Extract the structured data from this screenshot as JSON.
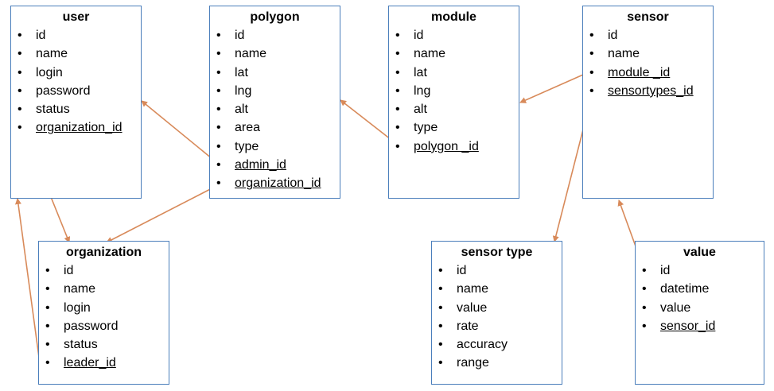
{
  "entities": {
    "user": {
      "title": "user",
      "fields": [
        {
          "text": "id",
          "fk": false
        },
        {
          "text": "name",
          "fk": false
        },
        {
          "text": "login",
          "fk": false
        },
        {
          "text": "password",
          "fk": false
        },
        {
          "text": "status",
          "fk": false
        },
        {
          "text": "organization_id",
          "fk": true
        }
      ]
    },
    "polygon": {
      "title": "polygon",
      "fields": [
        {
          "text": "id",
          "fk": false
        },
        {
          "text": "name",
          "fk": false
        },
        {
          "text": "lat",
          "fk": false
        },
        {
          "text": "lng",
          "fk": false
        },
        {
          "text": "alt",
          "fk": false
        },
        {
          "text": "area",
          "fk": false
        },
        {
          "text": "type",
          "fk": false
        },
        {
          "text": "admin_id",
          "fk": true
        },
        {
          "text": "organization_id",
          "fk": true
        }
      ]
    },
    "module": {
      "title": "module",
      "fields": [
        {
          "text": "id",
          "fk": false
        },
        {
          "text": "name",
          "fk": false
        },
        {
          "text": "lat",
          "fk": false
        },
        {
          "text": "lng",
          "fk": false
        },
        {
          "text": "alt",
          "fk": false
        },
        {
          "text": "type",
          "fk": false
        },
        {
          "text": "polygon _id",
          "fk": true
        }
      ]
    },
    "sensor": {
      "title": "sensor",
      "fields": [
        {
          "text": "id",
          "fk": false
        },
        {
          "text": "name",
          "fk": false
        },
        {
          "text": "module _id",
          "fk": true
        },
        {
          "text": "sensortypes_id",
          "fk": true
        }
      ]
    },
    "organization": {
      "title": "organization",
      "fields": [
        {
          "text": "id",
          "fk": false
        },
        {
          "text": "name",
          "fk": false
        },
        {
          "text": "login",
          "fk": false
        },
        {
          "text": "password",
          "fk": false
        },
        {
          "text": "status",
          "fk": false
        },
        {
          "text": "leader_id",
          "fk": true
        }
      ]
    },
    "sensor_type": {
      "title": "sensor type",
      "fields": [
        {
          "text": "id",
          "fk": false
        },
        {
          "text": "name",
          "fk": false
        },
        {
          "text": "value",
          "fk": false
        },
        {
          "text": "rate",
          "fk": false
        },
        {
          "text": "accuracy",
          "fk": false
        },
        {
          "text": "range",
          "fk": false
        }
      ]
    },
    "value": {
      "title": "value",
      "fields": [
        {
          "text": "id",
          "fk": false
        },
        {
          "text": "datetime",
          "fk": false
        },
        {
          "text": "value",
          "fk": false
        },
        {
          "text": "sensor_id",
          "fk": true
        }
      ]
    }
  },
  "relations": [
    {
      "from": "polygon.admin_id",
      "to": "user"
    },
    {
      "from": "polygon.organization_id",
      "to": "organization"
    },
    {
      "from": "user.organization_id",
      "to": "organization"
    },
    {
      "from": "organization.leader_id",
      "to": "user"
    },
    {
      "from": "module.polygon _id",
      "to": "polygon"
    },
    {
      "from": "sensor.module _id",
      "to": "module"
    },
    {
      "from": "sensor.sensortypes_id",
      "to": "sensor type"
    },
    {
      "from": "value.sensor_id",
      "to": "sensor"
    }
  ],
  "colors": {
    "entity_border": "#4a7ebb",
    "relation_line": "#d88a5a"
  }
}
